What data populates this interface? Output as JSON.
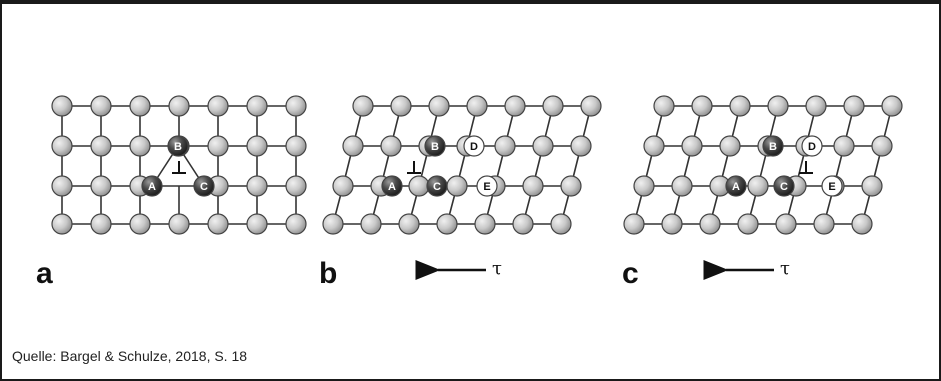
{
  "panels": [
    {
      "label": "a",
      "arrow_label": "",
      "atoms": [
        {
          "label": "B",
          "style": "dark"
        },
        {
          "label": "A",
          "style": "dark"
        },
        {
          "label": "C",
          "style": "dark"
        }
      ]
    },
    {
      "label": "b",
      "arrow_label": "τ",
      "atoms": [
        {
          "label": "B",
          "style": "dark"
        },
        {
          "label": "D",
          "style": "white"
        },
        {
          "label": "A",
          "style": "dark"
        },
        {
          "label": "C",
          "style": "dark"
        },
        {
          "label": "E",
          "style": "white"
        }
      ]
    },
    {
      "label": "c",
      "arrow_label": "τ",
      "atoms": [
        {
          "label": "B",
          "style": "dark"
        },
        {
          "label": "D",
          "style": "white"
        },
        {
          "label": "A",
          "style": "dark"
        },
        {
          "label": "C",
          "style": "dark"
        },
        {
          "label": "E",
          "style": "white"
        }
      ]
    }
  ],
  "dislocation_symbol": "⊥",
  "source": "Quelle: Bargel & Schulze, 2018, S. 18",
  "colors": {
    "atom_fill": "#c8c8c8",
    "atom_dark": "#4a4a4a",
    "atom_white": "#ffffff",
    "bond": "#333333",
    "frame": "#1a1a1a"
  }
}
